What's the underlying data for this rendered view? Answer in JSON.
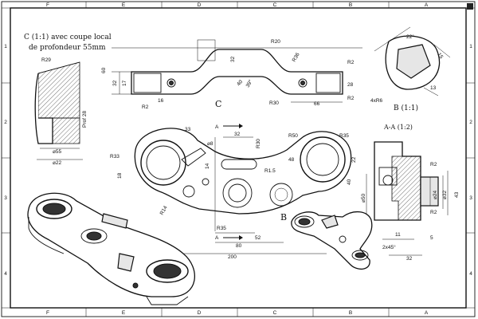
{
  "title_note": {
    "line1": "C (1:1) avec coupe local",
    "line2": "de profondeur 55mm"
  },
  "view_labels": {
    "c": "C",
    "b_top": "B (1:1)",
    "b_main": "B",
    "section": "A-A (1:2)",
    "arrow_a_top": "A",
    "arrow_a_bottom": "A"
  },
  "border_letters_top": [
    "F",
    "E",
    "D",
    "C",
    "B",
    "A"
  ],
  "border_letters_bottom": [
    "F",
    "E",
    "D",
    "C",
    "B",
    "A"
  ],
  "border_numbers_left": [
    "1",
    "2",
    "3",
    "4"
  ],
  "border_numbers_right": [
    "1",
    "2",
    "3",
    "4"
  ],
  "dimensions": {
    "c_r20": "R20",
    "c_60": "60",
    "c_32a": "32",
    "c_17": "17",
    "c_32b": "32",
    "c_16": "16",
    "c_r36": "R36",
    "c_r2a": "R2",
    "c_r2b": "R2",
    "c_28": "28",
    "c_40": "40",
    "c_r30": "R30",
    "c_66": "66",
    "c_r2c": "R2",
    "c_angle": "39°",
    "left_r29": "R29",
    "left_prof": "Prof 28",
    "left_d55": "⌀55",
    "left_d22": "⌀22",
    "b_angle": "22°",
    "b_15": "15",
    "b_13": "13",
    "b_4xr6": "4xR6",
    "m_33": "33",
    "m_d8": "⌀8",
    "m_32": "32",
    "m_r30": "R30",
    "m_r50": "R50",
    "m_r35": "R35",
    "m_r33": "R33",
    "m_48": "48",
    "m_14": "14",
    "m_22": "22",
    "m_18": "18",
    "m_r15": "R1.5",
    "m_40": "40",
    "m_r14": "R14",
    "m_r35b": "R35",
    "m_52": "52",
    "m_80": "80",
    "m_200": "200",
    "s_r2a": "R2",
    "s_r2b": "R2",
    "s_d50": "⌀50",
    "s_d24": "⌀24",
    "s_d32": "⌀32",
    "s_43": "43",
    "s_11": "11",
    "s_5": "5",
    "s_2x45": "2x45°",
    "s_32": "32"
  }
}
